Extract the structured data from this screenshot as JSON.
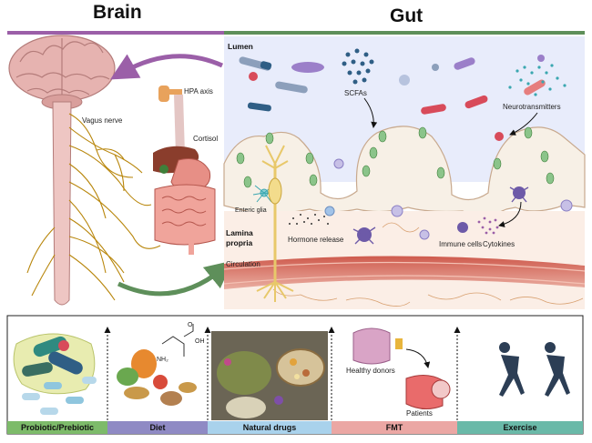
{
  "headers": {
    "brain": "Brain",
    "gut": "Gut"
  },
  "colors": {
    "brain_bar": "#9b5fa8",
    "gut_bar": "#5e8f5a",
    "lumen_bg": "#e8ecfb",
    "lamina_bg": "#fbeee6"
  },
  "diagram_labels": {
    "lumen": "Lumen",
    "scfas": "SCFAs",
    "neurotransmitters": "Neurotransmitters",
    "hpa_axis": "HPA axis",
    "cortisol": "Cortisol",
    "vagus_nerve": "Vagus nerve",
    "enteric_glia": "Enteric glia",
    "hormone_release": "Hormone release",
    "lamina_propria": "Lamina propria",
    "immune_cells": "Immune cells",
    "cytokines": "Cytokines",
    "circulation": "Circulation",
    "healthy_donors": "Healthy donors",
    "patients": "Patients",
    "nh2": "NH₂",
    "oh": "OH",
    "o": "O"
  },
  "interventions": [
    {
      "label": "Probiotic/Prebiotic",
      "color": "#7dbb6a"
    },
    {
      "label": "Diet",
      "color": "#8f8ac4"
    },
    {
      "label": "Natural drugs",
      "color": "#a9d2ec"
    },
    {
      "label": "FMT",
      "color": "#eba7a4"
    },
    {
      "label": "Exercise",
      "color": "#6ab9a8"
    }
  ]
}
